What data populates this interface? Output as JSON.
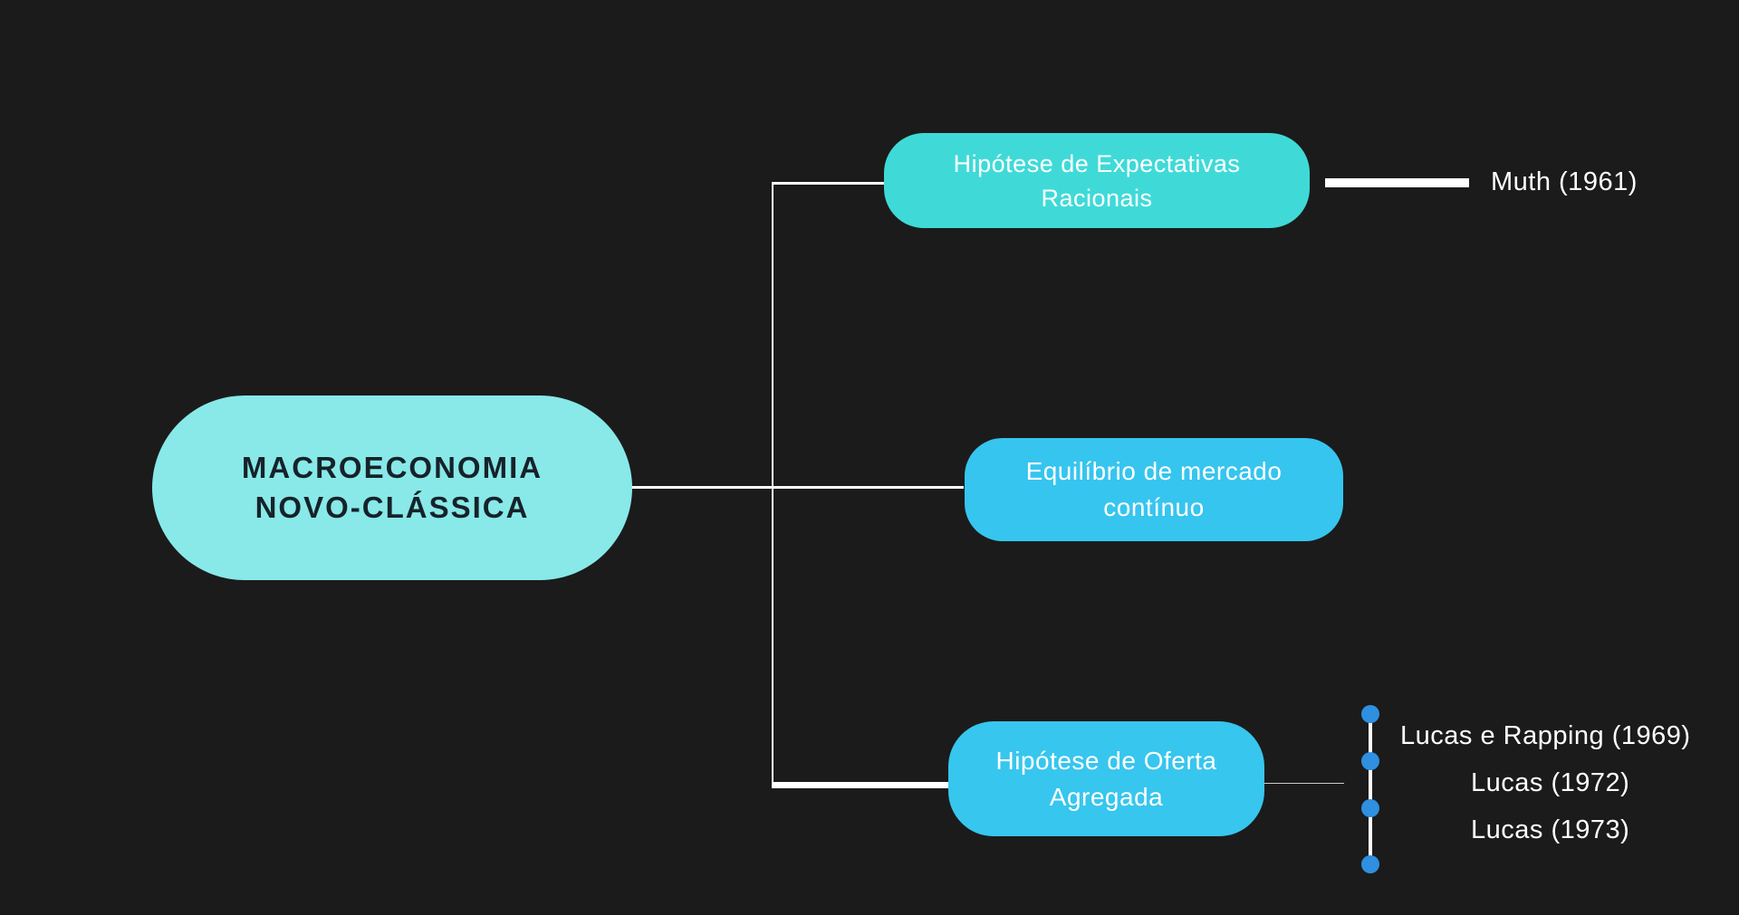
{
  "diagram": {
    "root": {
      "line1": "MACROECONOMIA",
      "line2": "NOVO-CLÁSSICA"
    },
    "branches": [
      {
        "line1": "Hipótese de Expectativas",
        "line2": "Racionais",
        "leaves": [
          "Muth (1961)"
        ]
      },
      {
        "line1": "Equilíbrio de mercado",
        "line2": "contínuo",
        "leaves": []
      },
      {
        "line1": "Hipótese de Oferta",
        "line2": "Agregada",
        "leaves": [
          "Lucas e Rapping (1969)",
          "Lucas (1972)",
          "Lucas (1973)"
        ]
      }
    ],
    "colors": {
      "background": "#1b1b1b",
      "root_fill": "#88e9e8",
      "branch1_fill": "#3fdad8",
      "branch2_fill": "#36c5ef",
      "branch3_fill": "#37c6ee",
      "timeline_dot": "#2f8fe0",
      "connector": "#ffffff"
    }
  }
}
